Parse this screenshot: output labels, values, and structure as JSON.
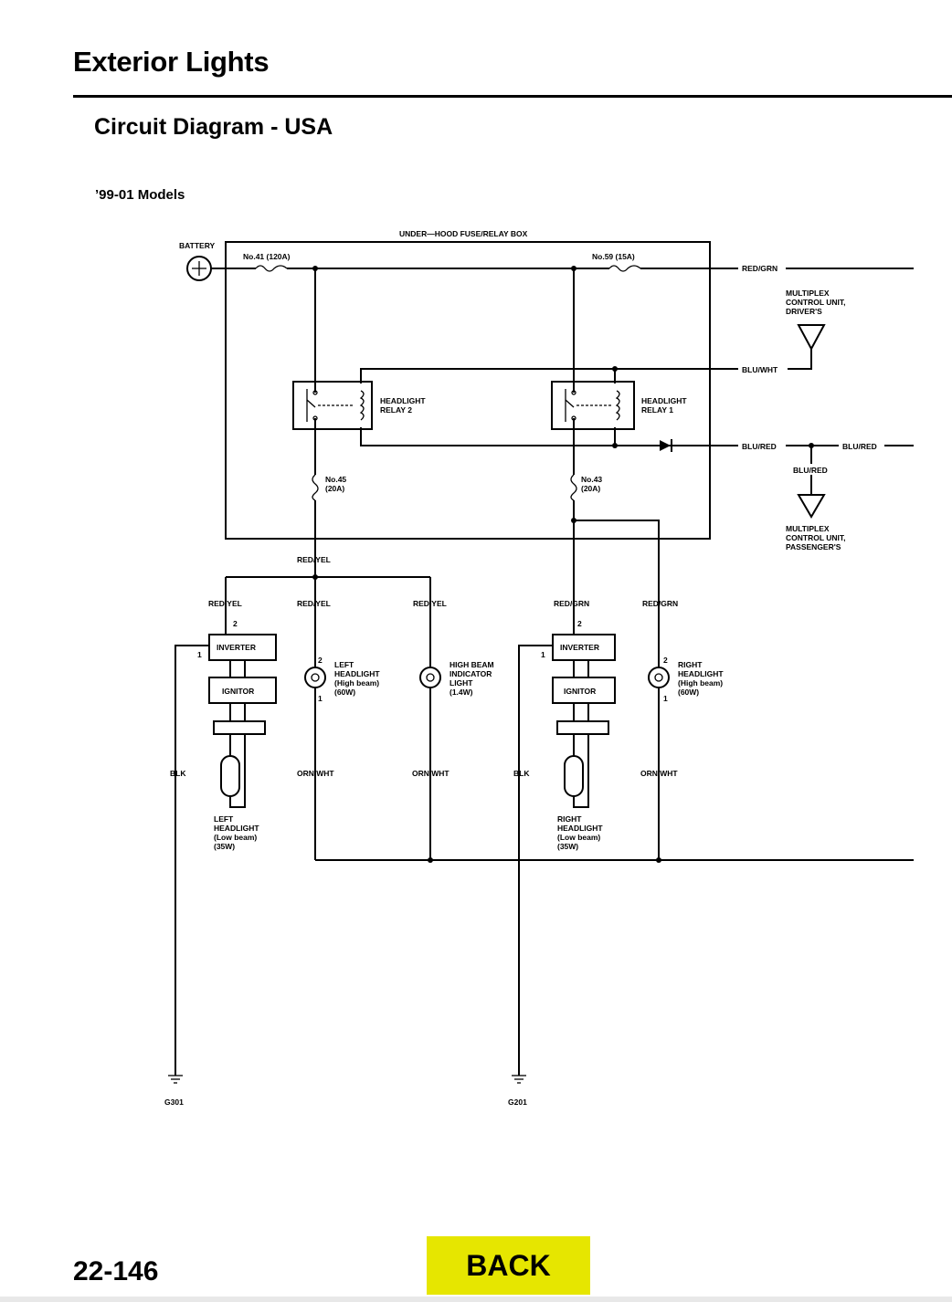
{
  "header": {
    "title": "Exterior Lights",
    "subtitle": "Circuit Diagram - USA",
    "models": "’99-01 Models"
  },
  "footer": {
    "page_number": "22-146",
    "back_label": "BACK"
  },
  "diagram": {
    "battery": "BATTERY",
    "fuse_box": "UNDER—HOOD FUSE/RELAY BOX",
    "fuse_41": "No.41 (120A)",
    "fuse_59": "No.59 (15A)",
    "fuse_45": [
      "No.45",
      "(20A)"
    ],
    "fuse_43": [
      "No.43",
      "(20A)"
    ],
    "relay_2": [
      "HEADLIGHT",
      "RELAY 2"
    ],
    "relay_1": [
      "HEADLIGHT",
      "RELAY 1"
    ],
    "mcu_driver": [
      "MULTIPLEX",
      "CONTROL UNIT,",
      "DRIVER'S"
    ],
    "mcu_passenger": [
      "MULTIPLEX",
      "CONTROL UNIT,",
      "PASSENGER'S"
    ],
    "left_headlight_high": [
      "LEFT",
      "HEADLIGHT",
      "(High beam)",
      "(60W)"
    ],
    "high_beam_indicator": [
      "HIGH BEAM",
      "INDICATOR",
      "LIGHT",
      "(1.4W)"
    ],
    "right_headlight_high": [
      "RIGHT",
      "HEADLIGHT",
      "(High beam)",
      "(60W)"
    ],
    "left_headlight_low": [
      "LEFT",
      "HEADLIGHT",
      "(Low beam)",
      "(35W)"
    ],
    "right_headlight_low": [
      "RIGHT",
      "HEADLIGHT",
      "(Low beam)",
      "(35W)"
    ],
    "inverter": "INVERTER",
    "ignitor": "IGNITOR",
    "ground_left": "G301",
    "ground_right": "G201",
    "pins": {
      "one": "1",
      "two": "2"
    },
    "wires": {
      "red_grn": "RED/GRN",
      "blu_wht": "BLU/WHT",
      "blu_red": "BLU/RED",
      "red_yel": "RED/YEL",
      "orn_wht": "ORN/WHT",
      "blk": "BLK"
    }
  }
}
